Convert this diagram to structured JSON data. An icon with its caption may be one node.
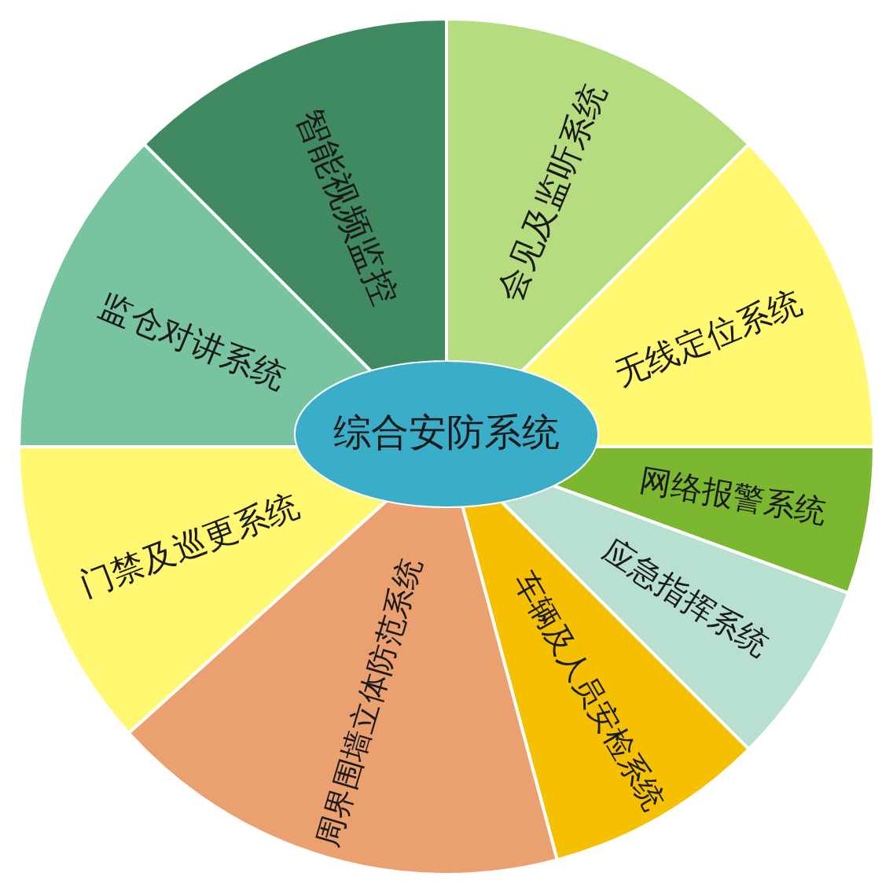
{
  "diagram": {
    "nodes": [
      {
        "text": [
          "综合安防系统"
        ]
      },
      {
        "text": [
          "智能视频监控"
        ]
      },
      {
        "text": [
          "会见及监听系统"
        ]
      },
      {
        "text": [
          "无线定位系统"
        ]
      },
      {
        "text": [
          "网络报警系统"
        ]
      },
      {
        "text": [
          "应急指挥系统"
        ]
      },
      {
        "text": [
          "车辆及人员安检系统"
        ]
      },
      {
        "text": [
          "周界围墙立体防范系统"
        ]
      },
      {
        "text": [
          "门禁及巡更系统"
        ]
      },
      {
        "text": [
          "监仓对讲系统"
        ]
      }
    ],
    "edges": []
  }
}
